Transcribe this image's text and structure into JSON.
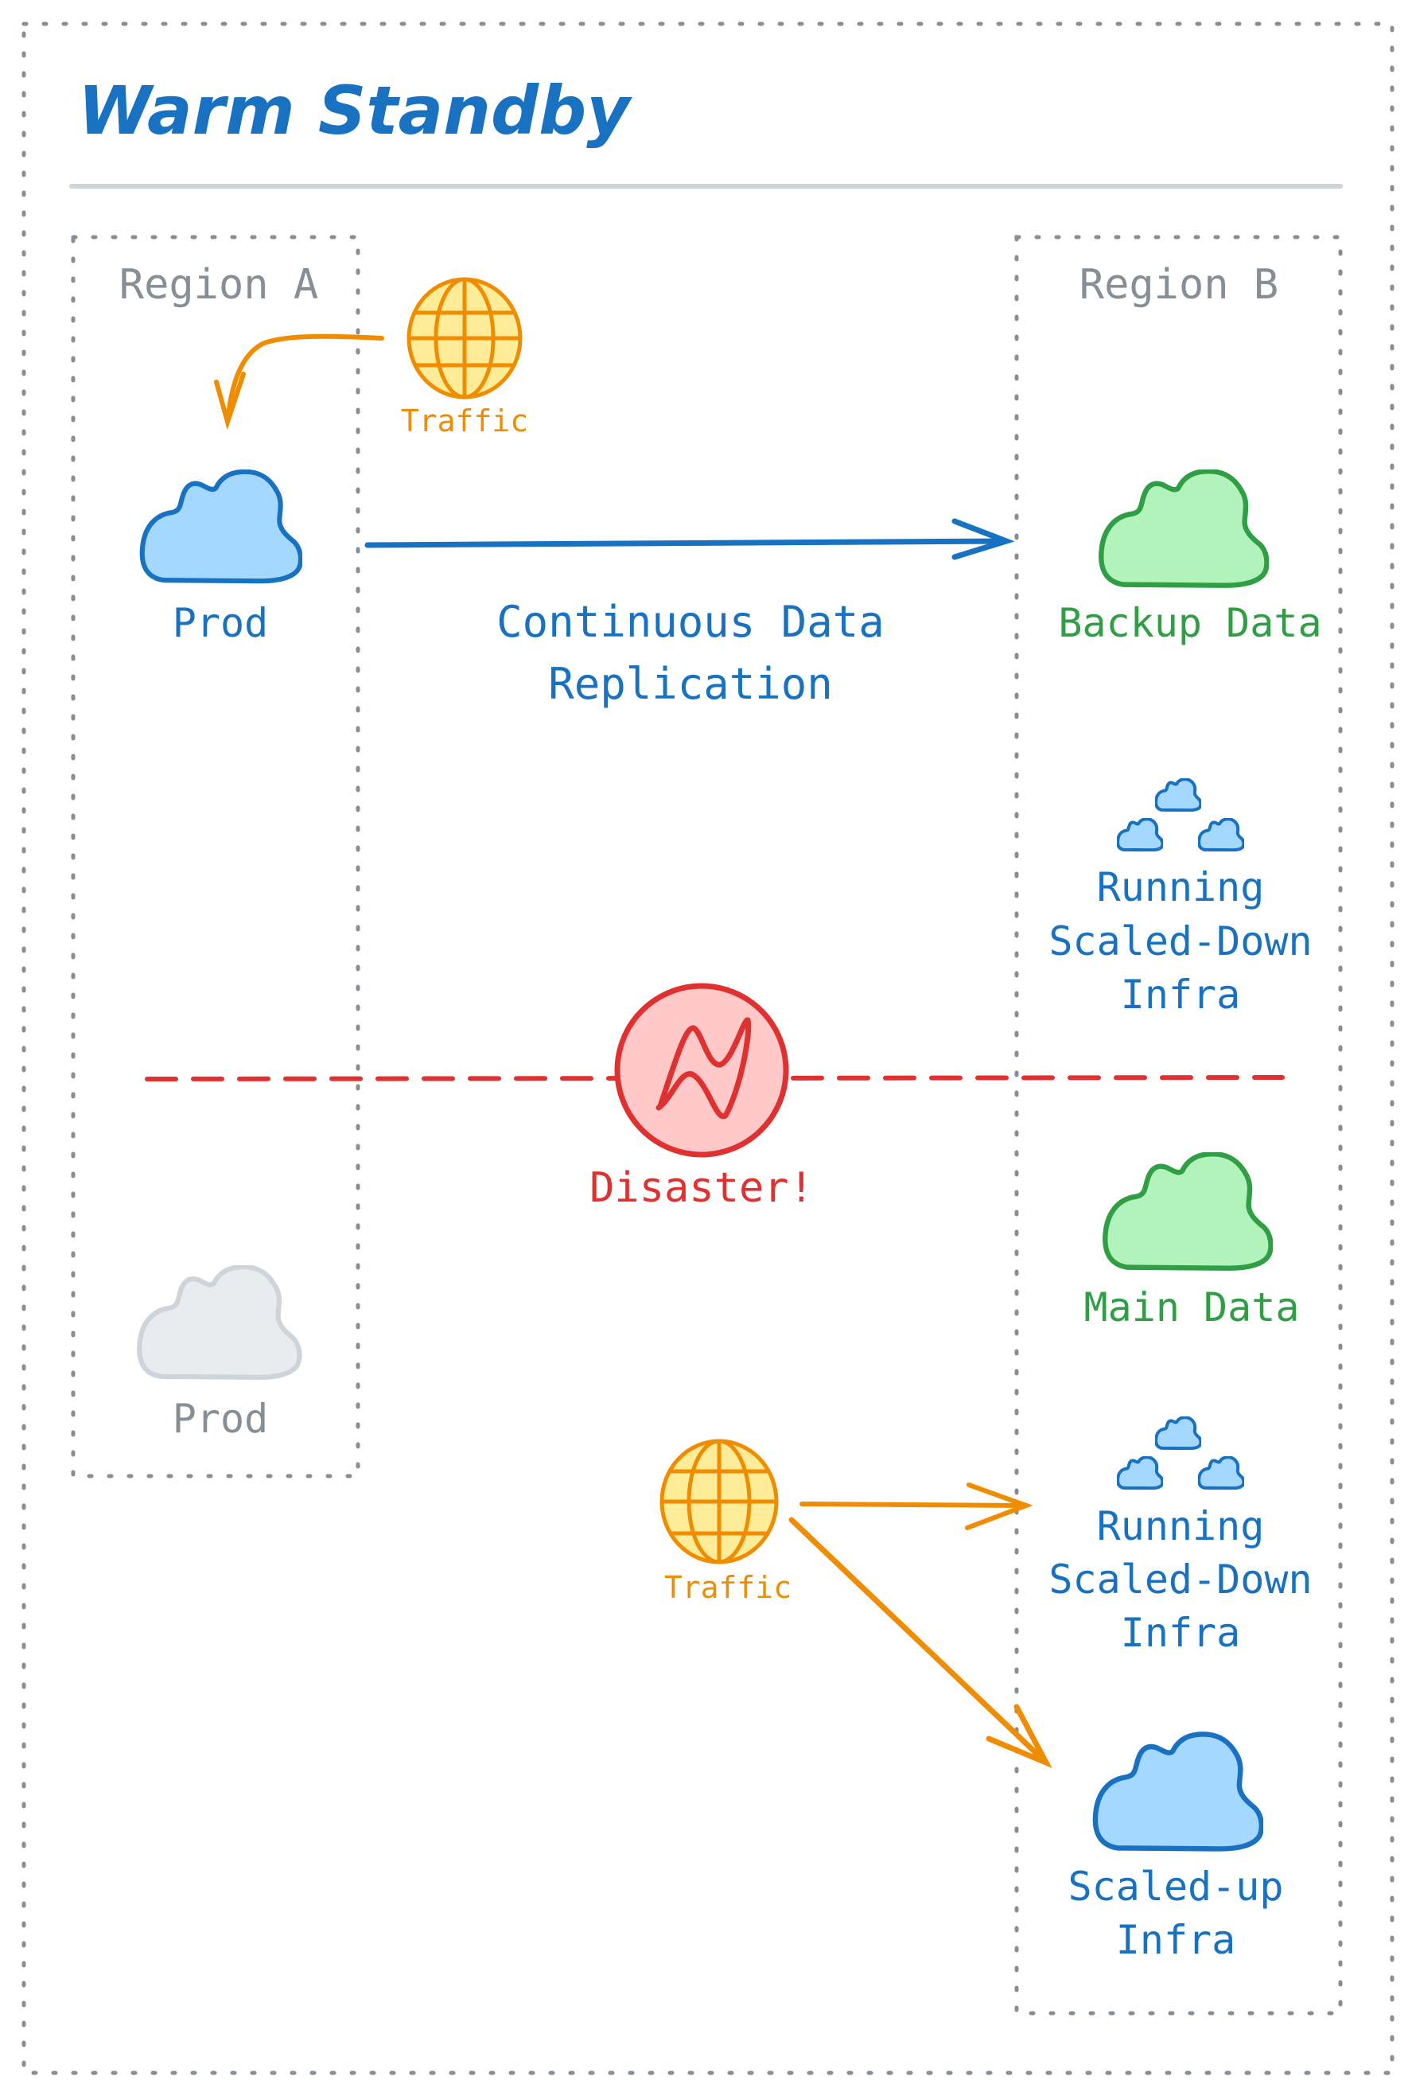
{
  "title": "Warm Standby",
  "colors": {
    "border_gray": "#868e96",
    "divider": "#ced4da",
    "blue": "#1971c2",
    "blue_fill": "#a5d8ff",
    "green": "#2f9e44",
    "green_fill": "#b2f2bb",
    "orange": "#f08c00",
    "yellow_fill": "#ffec99",
    "red": "#e03131",
    "red_fill": "#ffc9c9",
    "gray_text": "#868e96",
    "gray_cloud_stroke": "#ced4da",
    "gray_cloud_fill": "#e9ecef"
  },
  "regions": {
    "a": {
      "label": "Region A"
    },
    "b": {
      "label": "Region B"
    }
  },
  "before": {
    "traffic_label": "Traffic",
    "prod_label": "Prod",
    "replication_label": [
      "Continuous Data",
      "Replication"
    ],
    "backup_label": "Backup Data",
    "standby_infra_label": [
      "Running",
      "Scaled-Down",
      "Infra"
    ]
  },
  "disaster": {
    "label": "Disaster!"
  },
  "after": {
    "main_data_label": "Main Data",
    "failed_prod_label": "Prod",
    "standby_infra_label": [
      "Running",
      "Scaled-Down",
      "Infra"
    ],
    "traffic_label": "Traffic",
    "scaled_up_label": [
      "Scaled-up",
      "Infra"
    ]
  }
}
